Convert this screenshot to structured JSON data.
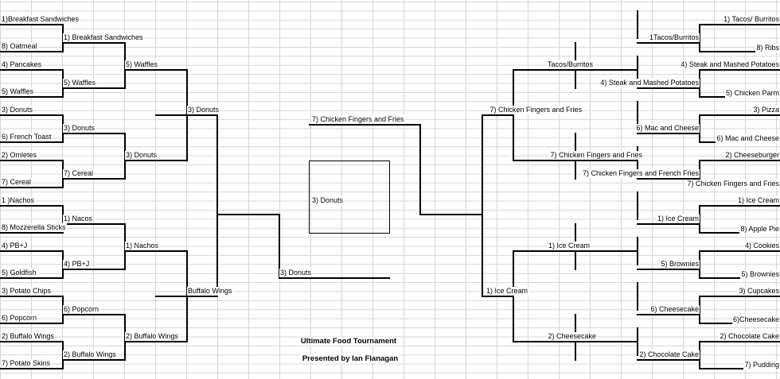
{
  "title": "Ultimate Food Tournament",
  "subtitle": "Presented by Ian Flanagan",
  "left": {
    "r1": [
      "1)Breakfast Sandwiches",
      "8) Oatmeal",
      "4) Pancakes",
      "5) Waffles",
      "3) Donuts",
      "6) French Toast",
      "2) Omletes",
      "7) Cereal",
      "1 )Nachos",
      "8) Mozzerella Sticks",
      "4) PB+J",
      "5) Goldfish",
      "3) Potato Chips",
      "6) Popcorn",
      "2) Buffalo Wings",
      "7) Potato Skins"
    ],
    "r2": [
      "1) Breakfast Sandwiches",
      "5) Waffles",
      "3) Donuts",
      "7) Cereal",
      "1) Nacos",
      "4) PB+J",
      "6) Popcorn",
      "2) Buffalo Wings"
    ],
    "r3": [
      "5) Waffles",
      "3) Donuts",
      "1) Nachos",
      "2) Buffalo Wings"
    ],
    "r4": [
      "3) Donuts",
      "Buffalo Wings"
    ],
    "r5": "3) Donuts"
  },
  "right": {
    "r1": [
      "1) Tacos/ Burritos",
      "8) Ribs",
      "4) Steak and Mashed Potatoes",
      "5) Chicken Parm",
      "3) Pizza",
      "6) Mac and Cheese",
      "2) Cheeseburger",
      "7) Chicken Fingers and Fries",
      "1) Ice Cream",
      "8) Apple Pie",
      "4) Cookies",
      "5) Brownies",
      "3) Cupcakes",
      "6)Cheesecake",
      "2) Chocolate Cake",
      "7) Pudding"
    ],
    "r2": [
      "1Tacos/Burritos",
      "4) Steak and Mashed Potatoes",
      "6) Mac and Cheese",
      "7) Chicken Fingers and French Fries",
      "1) Ice Cream",
      "5) Brownies",
      "6) Cheesecake",
      "2) Chocolate Cake"
    ],
    "r3": [
      "Tacos/Burritos",
      "7) Chicken Fingers and Fries",
      "1) Ice Cream",
      "2) Cheesecake"
    ],
    "r4": [
      "7) Chicken Fingers and Fries",
      "1) Ice Cream"
    ],
    "r5": "7) Chicken Fingers and Fries"
  },
  "champion": "3) Donuts"
}
